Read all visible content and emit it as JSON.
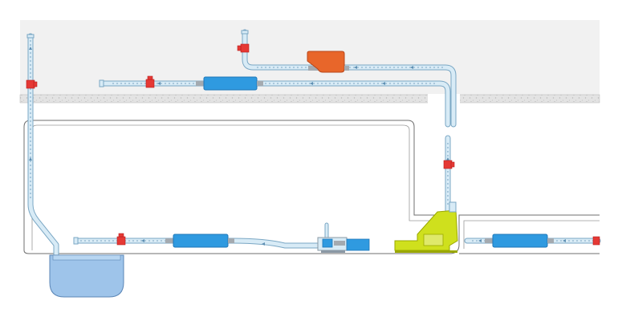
{
  "diagram": {
    "kind": "condensate-pump-installation",
    "colors": {
      "background": "#ffffff",
      "wall": "#f1f1f1",
      "slab": "#e3e3e3",
      "outline": "#6f6f6f",
      "pipe_fill": "#d8ebf6",
      "pipe_stroke": "#7aa7c4",
      "pump_blue": "#2f9ae0",
      "pump_blue_dark": "#1f77b7",
      "pump_orange": "#e8662a",
      "valve_red": "#e53935",
      "tank_fill": "#9ec4ea",
      "tank_stroke": "#5b86b6",
      "lift_pump_yellow": "#cfe01d",
      "lift_pump_dark": "#9aa800",
      "connector_grey": "#a4aab0"
    },
    "components": [
      {
        "id": "ceiling-inline-pump",
        "type": "inline-pump",
        "color": "pump_blue"
      },
      {
        "id": "ceiling-orange-pump",
        "type": "mini-pump",
        "color": "pump_orange"
      },
      {
        "id": "floor-inline-pump-left",
        "type": "inline-pump",
        "color": "pump_blue"
      },
      {
        "id": "floor-inline-pump-right",
        "type": "inline-pump",
        "color": "pump_blue"
      },
      {
        "id": "lift-pump",
        "type": "floor-pump",
        "color": "lift_pump_yellow"
      },
      {
        "id": "collection-tank",
        "type": "tank",
        "color": "tank_fill"
      },
      {
        "id": "small-pump-unit",
        "type": "tank-pump",
        "color": "pump_blue"
      }
    ]
  }
}
